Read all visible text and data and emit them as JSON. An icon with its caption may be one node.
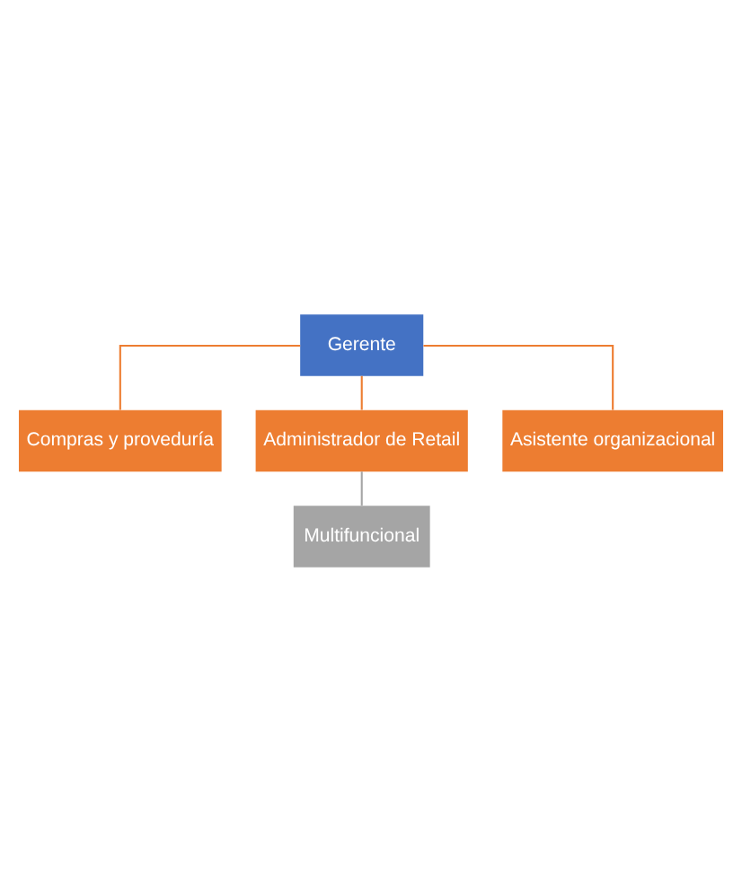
{
  "diagram": {
    "nodes": [
      {
        "text": [
          "Gerente"
        ]
      },
      {
        "text": [
          "Compras y proveduría"
        ]
      },
      {
        "text": [
          "Administrador de Retail"
        ]
      },
      {
        "text": [
          "Asistente organizacional"
        ]
      },
      {
        "text": [
          "Multifuncional"
        ]
      }
    ],
    "edges": [
      {
        "from": 0,
        "to": 1,
        "arrow": "none"
      },
      {
        "from": 0,
        "to": 2,
        "arrow": "none"
      },
      {
        "from": 0,
        "to": 3,
        "arrow": "none"
      },
      {
        "from": 2,
        "to": 4,
        "arrow": "none",
        "color": "#a5a5a5"
      }
    ]
  }
}
